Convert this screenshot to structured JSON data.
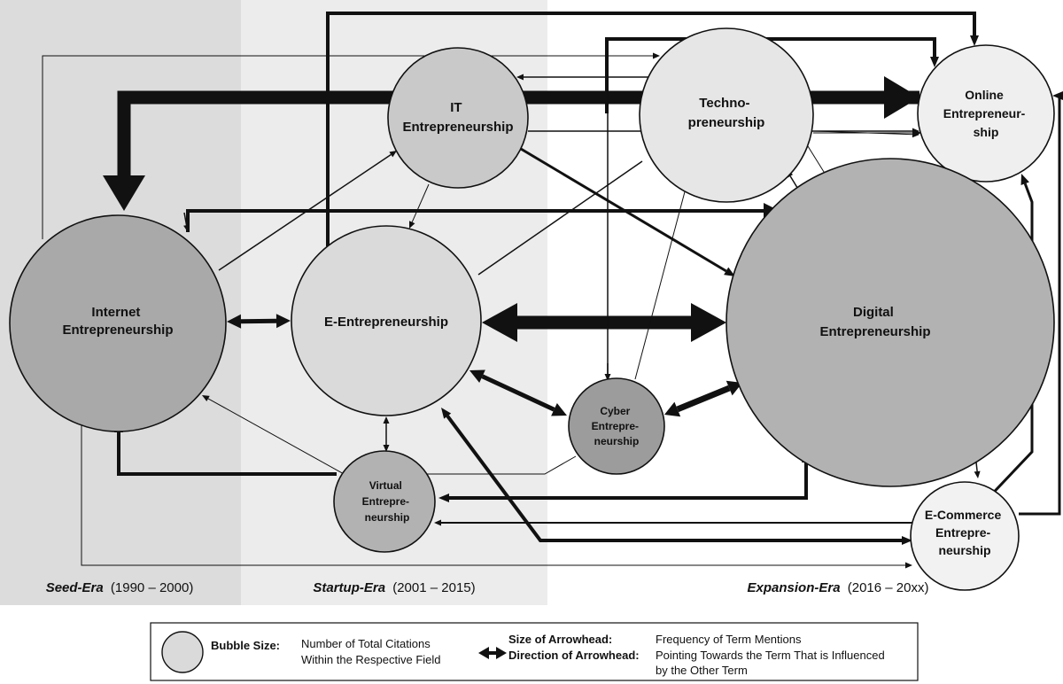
{
  "eras": [
    {
      "name": "Seed-Era",
      "range": "(1990 – 2000)",
      "color": "#dcdcdc"
    },
    {
      "name": "Startup-Era",
      "range": "(2001 – 2015)",
      "color": "#ececec"
    },
    {
      "name": "Expansion-Era",
      "range": "(2016 – 20xx)",
      "color": "#ffffff"
    }
  ],
  "nodes": [
    {
      "id": "internet",
      "lines": [
        "Internet",
        "Entrepreneurship"
      ],
      "fill": "#a9a9a9"
    },
    {
      "id": "e_entre",
      "lines": [
        "E-Entrepreneurship"
      ],
      "fill": "#dadada"
    },
    {
      "id": "it",
      "lines": [
        "IT",
        "Entrepreneurship"
      ],
      "fill": "#c9c9c9"
    },
    {
      "id": "techno",
      "lines": [
        "Techno-",
        "preneurship"
      ],
      "fill": "#e6e6e6"
    },
    {
      "id": "online",
      "lines": [
        "Online",
        "Entrepreneur-",
        "ship"
      ],
      "fill": "#efefef"
    },
    {
      "id": "digital",
      "lines": [
        "Digital",
        "Entrepreneurship"
      ],
      "fill": "#b2b2b2"
    },
    {
      "id": "cyber",
      "lines": [
        "Cyber",
        "Entrepre-",
        "neurship"
      ],
      "fill": "#9c9c9c"
    },
    {
      "id": "virtual",
      "lines": [
        "Virtual",
        "Entrepre-",
        "neurship"
      ],
      "fill": "#b2b2b2"
    },
    {
      "id": "ecommerce",
      "lines": [
        "E-Commerce",
        "Entrepre-",
        "neurship"
      ],
      "fill": "#f2f2f2"
    }
  ],
  "legend": {
    "bubble_title": "Bubble Size:",
    "bubble_desc": [
      "Number of Total Citations",
      "Within the Respective Field"
    ],
    "arrow_title_1": "Size of Arrowhead:",
    "arrow_title_2": "Direction of Arrowhead:",
    "arrow_desc_1": "Frequency of Term Mentions",
    "arrow_desc_2": [
      "Pointing Towards the Term That is Influenced",
      "by the Other Term"
    ]
  }
}
